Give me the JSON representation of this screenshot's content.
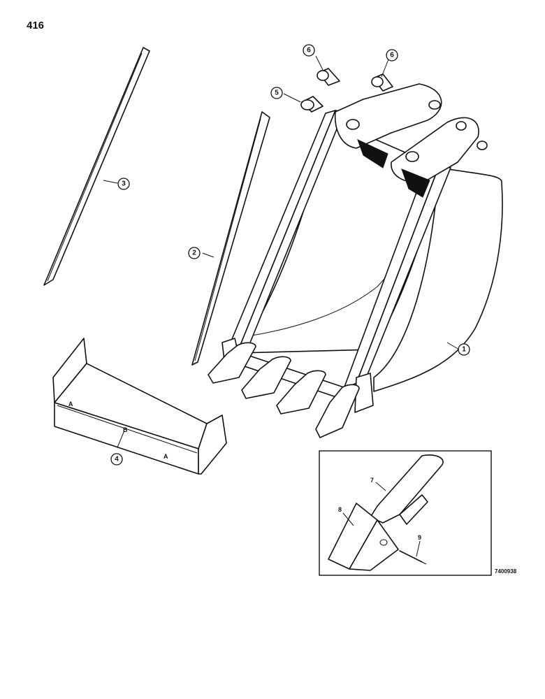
{
  "page": {
    "number": "416",
    "figure_code": "7400938"
  },
  "callouts": {
    "c1": "1",
    "c2": "2",
    "c3": "3",
    "c4": "4",
    "c5": "5",
    "c6a": "6",
    "c6b": "6",
    "c7": "7",
    "c8": "8",
    "c9": "9"
  }
}
